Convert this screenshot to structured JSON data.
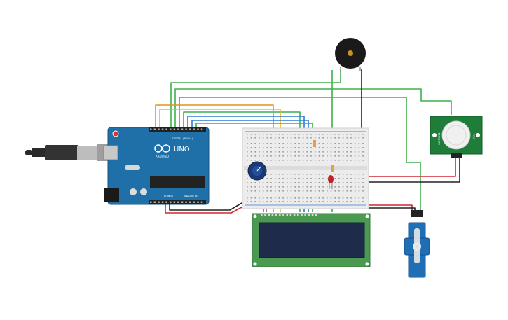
{
  "board": {
    "brand": "UNO",
    "maker": "ARDUINO",
    "digital_label": "DIGITAL (PWM~)",
    "power_label": "POWER",
    "analog_label": "ANALOG IN"
  },
  "pir": {
    "label_left": "HC-SR501",
    "label_right": "PIR"
  },
  "colors": {
    "board": "#1f6fa8",
    "breadboard": "#ececec",
    "lcd_frame": "#4c9a52",
    "lcd_screen": "#1e2b4a",
    "pir_board": "#1f7d3a",
    "servo": "#1f6fb5",
    "buzzer": "#1a1a1a",
    "wire_green": "#3cb04a",
    "wire_orange": "#e8901c",
    "wire_yellow": "#e6c01a",
    "wire_blue": "#2b7bd6",
    "wire_red": "#d22630",
    "wire_black": "#222222",
    "wire_pink": "#c7407e"
  },
  "icons": {
    "usb": "usb-cable-icon",
    "potentiometer": "potentiometer-icon",
    "led": "led-icon",
    "resistor": "resistor-icon"
  }
}
